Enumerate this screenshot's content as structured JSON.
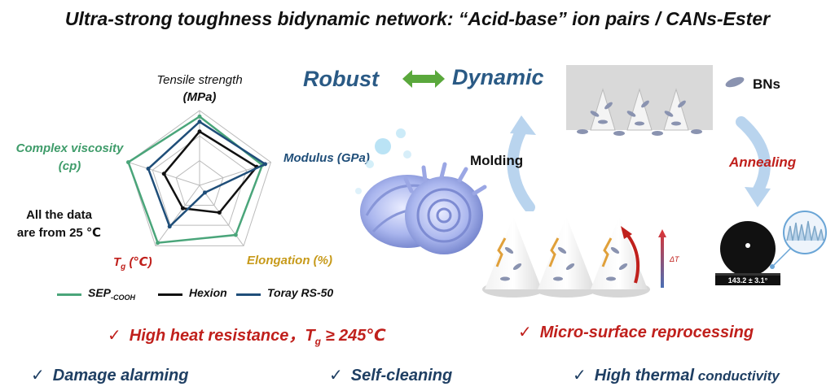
{
  "title": "Ultra-strong toughness bidynamic network: “Acid-base” ion pairs / CANs-Ester",
  "radar": {
    "axis_tensile_line1": "Tensile strength",
    "axis_tensile_line2": "(MPa)",
    "axis_modulus": "Modulus (GPa)",
    "axis_elongation": "Elongation (%)",
    "axis_tg_prefix": "T",
    "axis_tg_sub": "g",
    "axis_tg_suffix": " (℃)",
    "axis_complex_line1": "Complex viscosity",
    "axis_complex_line2": "(cp)",
    "note_line1": "All the data",
    "note_line2": "are from 25 ℃",
    "legend": [
      {
        "label": "SEP",
        "sub": "-COOH",
        "color": "#4aa57a"
      },
      {
        "label": "Hexion",
        "sub": "",
        "color": "#111111"
      },
      {
        "label": "Toray RS-50",
        "sub": "",
        "color": "#1f4e79"
      }
    ]
  },
  "chart_data": {
    "type": "radar",
    "axes": [
      "Tensile strength (MPa)",
      "Modulus (GPa)",
      "Elongation (%)",
      "Tg (℃)",
      "Complex viscosity (cp)"
    ],
    "scale": "relative, 0-1",
    "series": [
      {
        "name": "SEP-COOH",
        "color": "#4aa57a",
        "values": [
          0.92,
          0.88,
          0.82,
          0.95,
          1.0
        ]
      },
      {
        "name": "Hexion",
        "color": "#111111",
        "values": [
          0.72,
          0.8,
          0.45,
          0.38,
          0.5
        ]
      },
      {
        "name": "Toray RS-50",
        "color": "#1f4e79",
        "values": [
          0.85,
          0.92,
          0.12,
          0.68,
          0.72
        ]
      }
    ]
  },
  "top": {
    "robust": "Robust",
    "dynamic": "Dynamic",
    "bns": "BNs",
    "molding": "Molding",
    "annealing": "Annealing",
    "delta_t": "ΔT",
    "contact_angle": "143.2 ± 3.1°"
  },
  "features": {
    "check": "✓",
    "f1_text": "High heat resistance，",
    "f1_tg": "T",
    "f1_sub": "g",
    "f1_val": " ≥ 245℃",
    "f2": "Micro-surface reprocessing",
    "f3": "Damage alarming",
    "f4": "Self-cleaning",
    "f5_main": "High thermal",
    "f5_small": " conductivity"
  },
  "colors": {
    "red": "#c0201c",
    "blue": "#1f3f63",
    "green": "#4aa57a",
    "arrow_green": "#5aa83c"
  }
}
